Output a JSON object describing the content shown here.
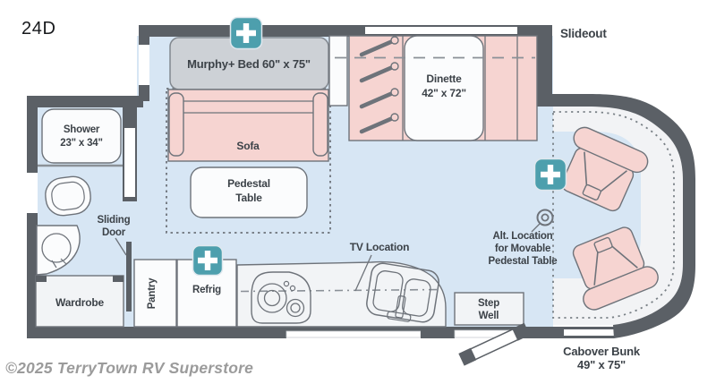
{
  "model_label": "24D",
  "watermark": "©2025 TerryTown RV Superstore",
  "slideout_label": "Slideout",
  "rooms": {
    "murphy_bed": "Murphy+ Bed 60\" x 75\"",
    "sofa": "Sofa",
    "dinette": [
      "Dinette",
      "42\" x 72\""
    ],
    "shower": [
      "Shower",
      "23\" x 34\""
    ],
    "pedestal_table": [
      "Pedestal",
      "Table"
    ],
    "sliding_door": [
      "Sliding",
      "Door"
    ],
    "wardrobe": "Wardrobe",
    "pantry": "Pantry",
    "refrig": "Refrig",
    "tv_location": "TV Location",
    "alt_location": [
      "Alt. Location",
      "for Movable",
      "Pedestal Table"
    ],
    "step_well": [
      "Step",
      "Well"
    ],
    "cabover_bunk": [
      "Cabover Bunk",
      "49\" x 75\""
    ]
  },
  "icons": {
    "feature_marker": "plus-icon"
  },
  "colors": {
    "wall": "#5b6066",
    "floor": "#d7e6f4",
    "furniture_pink": "#f6d4d1",
    "furniture_gray": "#cdd1d6",
    "accent_teal": "#4d9fad",
    "outline": "#6e737a",
    "label_text": "#3c4248",
    "watermark_gray": "#9b9b9b"
  }
}
